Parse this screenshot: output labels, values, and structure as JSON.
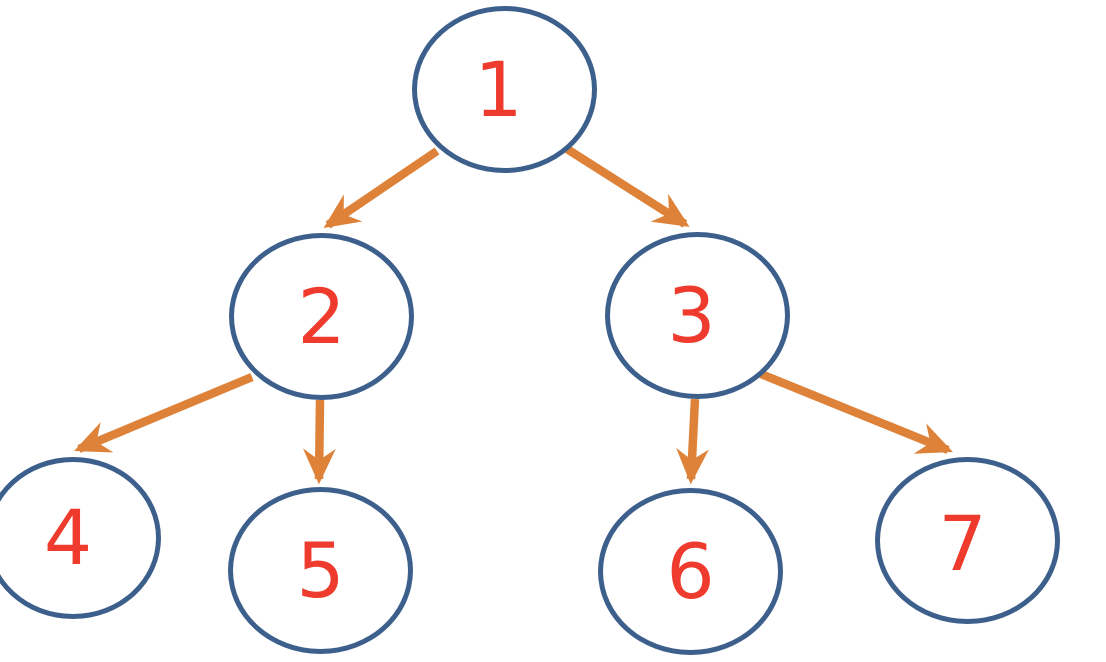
{
  "diagram": {
    "type": "binary-tree",
    "nodes": [
      {
        "id": "1",
        "label": "1",
        "parent": null
      },
      {
        "id": "2",
        "label": "2",
        "parent": "1"
      },
      {
        "id": "3",
        "label": "3",
        "parent": "1"
      },
      {
        "id": "4",
        "label": "4",
        "parent": "2"
      },
      {
        "id": "5",
        "label": "5",
        "parent": "2"
      },
      {
        "id": "6",
        "label": "6",
        "parent": "3"
      },
      {
        "id": "7",
        "label": "7",
        "parent": "3"
      }
    ],
    "edges": [
      {
        "from": "1",
        "to": "2"
      },
      {
        "from": "1",
        "to": "3"
      },
      {
        "from": "2",
        "to": "4"
      },
      {
        "from": "2",
        "to": "5"
      },
      {
        "from": "3",
        "to": "6"
      },
      {
        "from": "3",
        "to": "7"
      }
    ],
    "colors": {
      "node_border": "#3C5F8C",
      "node_fill": "#FFFFFF",
      "node_label": "#EE3B2D",
      "arrow": "#DD8238",
      "background": "#FFFFFF"
    }
  }
}
